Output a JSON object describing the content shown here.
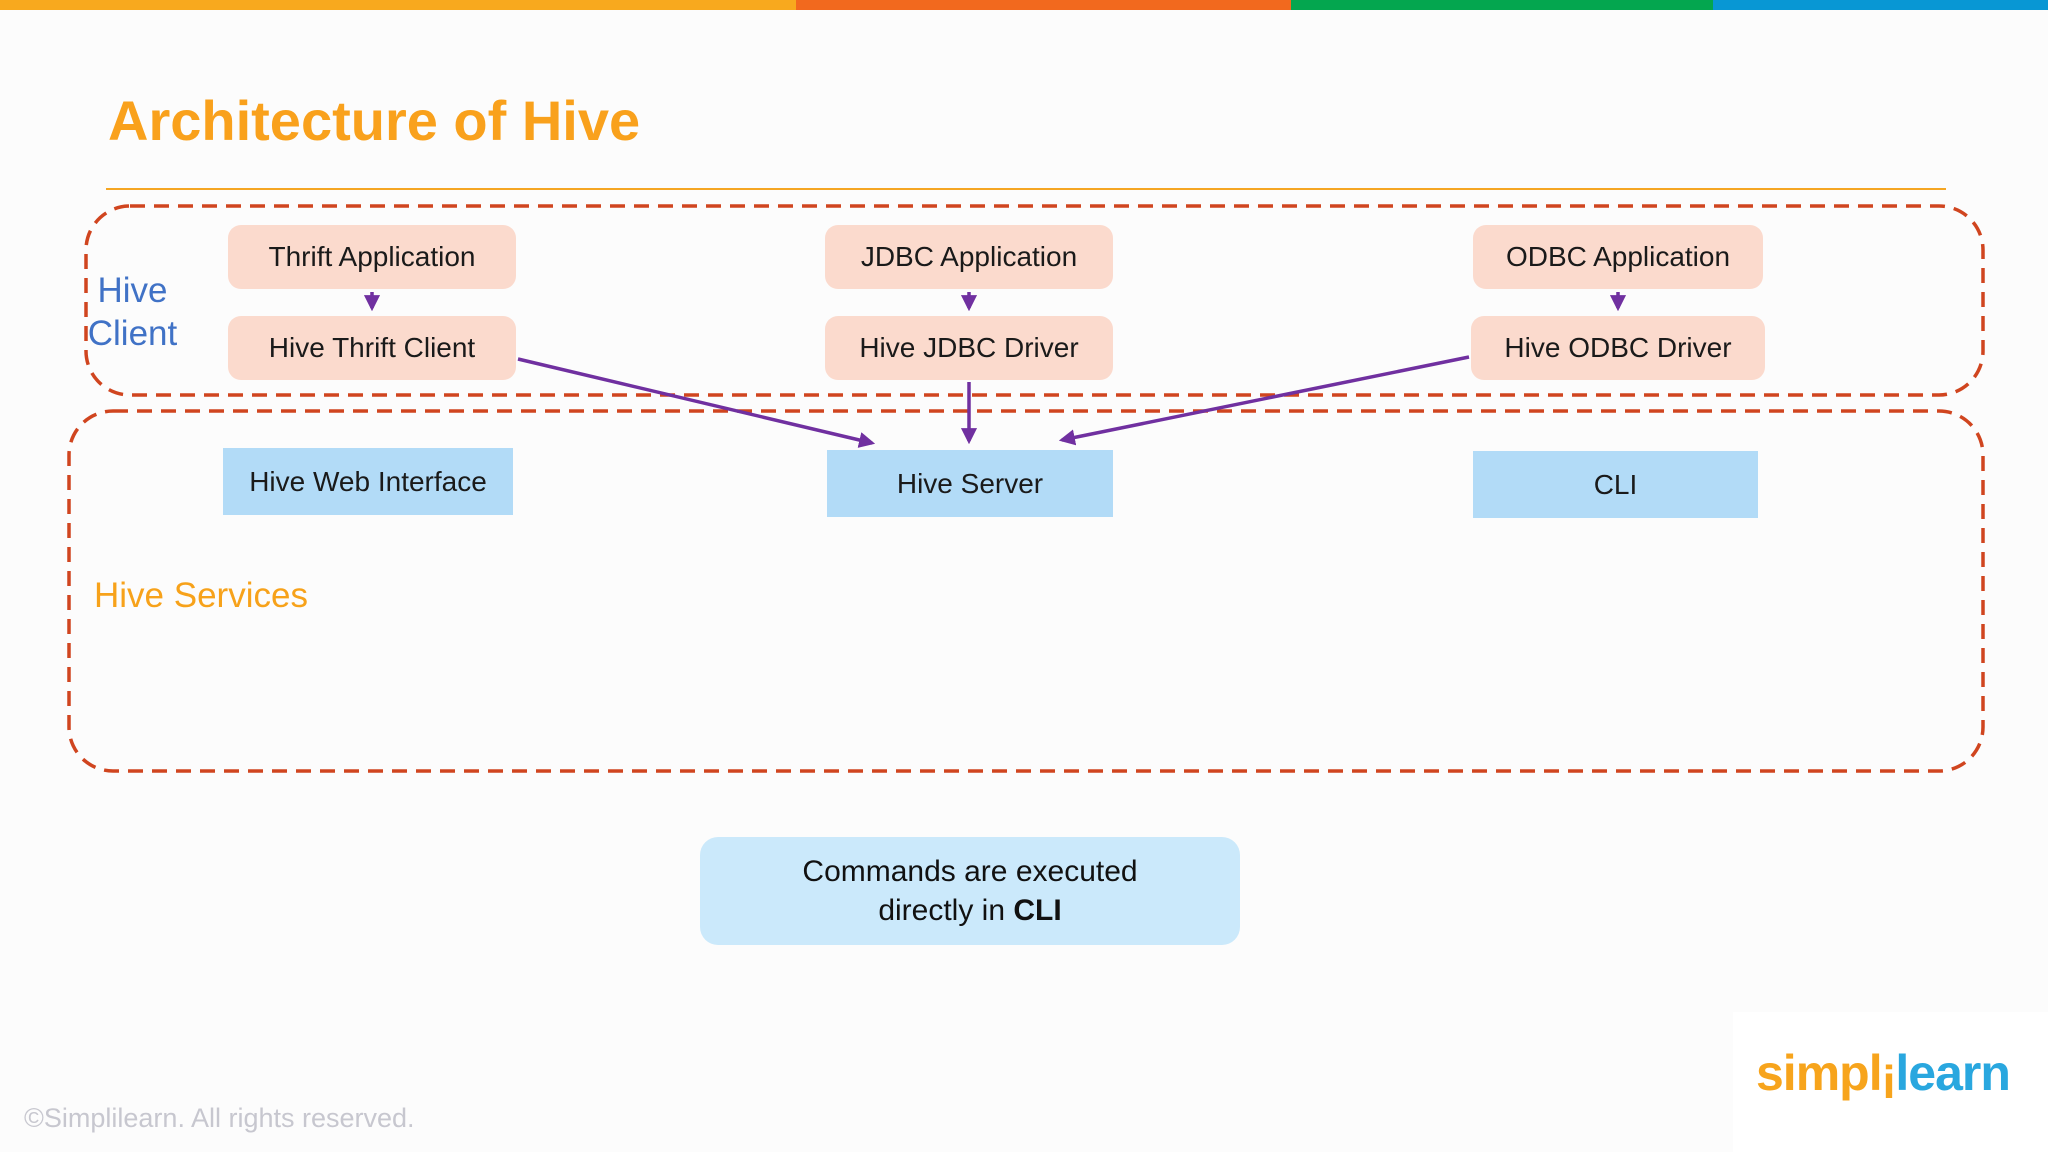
{
  "brand_bar": {
    "segments": [
      {
        "name": "amber",
        "color": "#F8A91E"
      },
      {
        "name": "orange",
        "color": "#F2691E"
      },
      {
        "name": "green",
        "color": "#04A64F"
      },
      {
        "name": "blue",
        "color": "#0897D4"
      }
    ]
  },
  "title": "Architecture of Hive",
  "hive_client": {
    "label": "Hive Client",
    "columns": [
      {
        "application": "Thrift Application",
        "driver": "Hive Thrift Client"
      },
      {
        "application": "JDBC Application",
        "driver": "Hive JDBC Driver"
      },
      {
        "application": "ODBC Application",
        "driver": "Hive ODBC Driver"
      }
    ]
  },
  "hive_services": {
    "label": "Hive Services",
    "boxes": [
      {
        "label": "Hive Web Interface"
      },
      {
        "label": "Hive Server"
      },
      {
        "label": "CLI"
      }
    ]
  },
  "callout": {
    "line1": "Commands are executed",
    "line2_text": "directly in ",
    "line2_bold": "CLI"
  },
  "footer": {
    "copyright": "©Simplilearn. All rights reserved.",
    "logo": {
      "simpl": "simpl",
      "i": "i",
      "learn": "learn"
    }
  },
  "colors": {
    "title_orange": "#F9A11C",
    "divider_orange": "#F5A623",
    "dashed_border": "#D0451F",
    "client_label_blue": "#4072C6",
    "services_label_orange": "#F7A21A",
    "app_box_peach": "#FBDACD",
    "service_box_blue": "#B2DBF7",
    "callout_blue": "#CBE9FB",
    "arrow_purple": "#7030A0",
    "copyright_gray": "#C7C7CF",
    "logo_orange": "#F7A41C",
    "logo_blue": "#29A7DF"
  }
}
